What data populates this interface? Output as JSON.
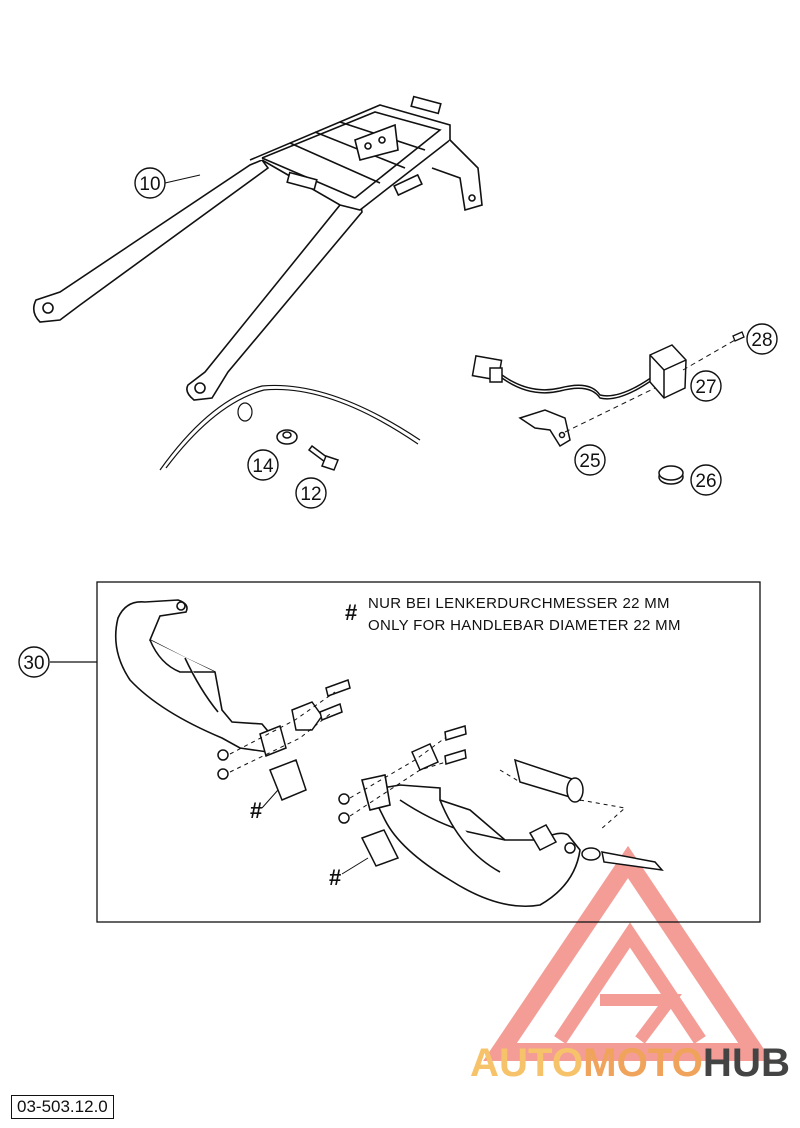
{
  "diagram": {
    "callouts": [
      "10",
      "14",
      "12",
      "28",
      "27",
      "25",
      "26",
      "30"
    ],
    "note": {
      "symbol": "#",
      "line1": "NUR BEI LENKERDURCHMESSER 22 MM",
      "line2": "ONLY FOR HANDLEBAR DIAMETER 22 MM"
    },
    "hash_marks": [
      "#",
      "#"
    ],
    "line_color": "#111111"
  },
  "watermark": {
    "part1": "AUTO",
    "part2": "MOTO",
    "part3": "HUB",
    "color_light": "#f7c36a",
    "color_mid": "#f0a35a",
    "color_dark": "#444444",
    "triangle_color": "#f28c84"
  },
  "footer": {
    "code": "03-503.12.0"
  }
}
